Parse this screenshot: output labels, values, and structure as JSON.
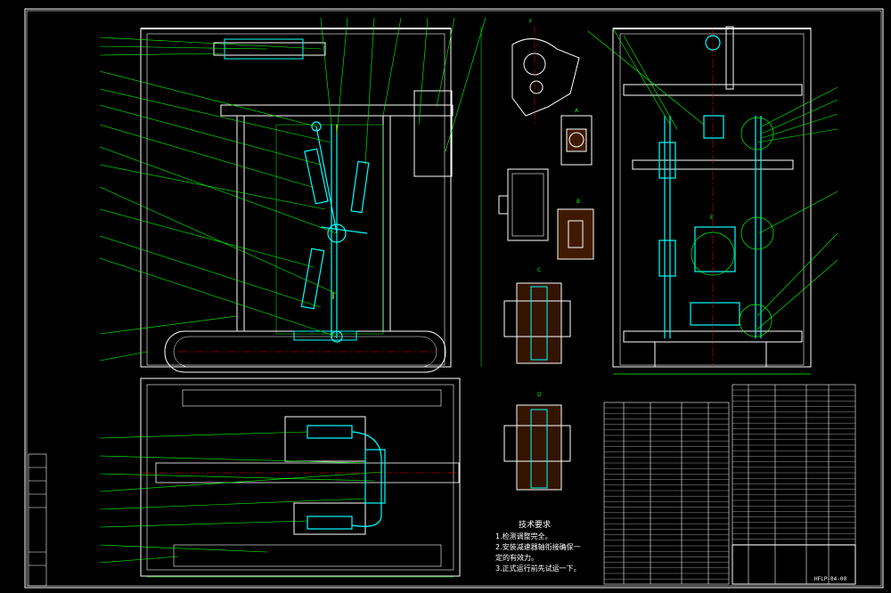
{
  "drawing": {
    "layer_colors": {
      "background": "#000000",
      "outline": "#ffffff",
      "leader": "#00ff00",
      "dimension": "#00ff00",
      "center": "#ff0000",
      "parts": "#00ffff",
      "highlight": "#ffff00",
      "pink": "#ff66cc",
      "blue": "#3366ff"
    },
    "section_labels": [
      "A",
      "B",
      "C",
      "D",
      "E",
      "F"
    ],
    "tech_requirements": {
      "title": "技术要求",
      "items": [
        "1.检测调整完全。",
        "2.安装减速器轴衔接确保一",
        "  定的有效力。",
        "3.正式运行前先试运一下。"
      ]
    },
    "drawing_number": "HFLP-04-00"
  }
}
